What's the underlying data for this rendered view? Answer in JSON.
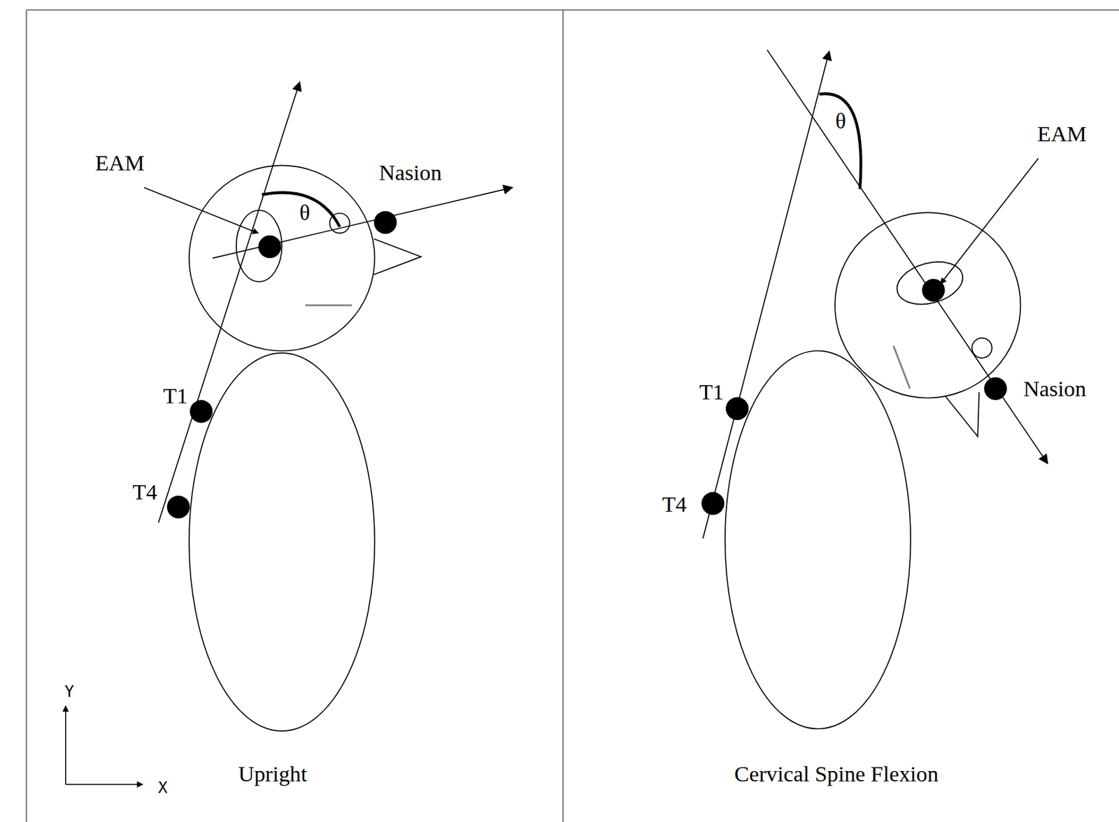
{
  "diagram": {
    "labels": [
      "EAM",
      "Nasion",
      "θ",
      "T1",
      "T4",
      "Y",
      "X",
      "Upright",
      "θ",
      "EAM",
      "T1",
      "Nasion",
      "T4",
      "Cervical Spine Flexion"
    ]
  }
}
